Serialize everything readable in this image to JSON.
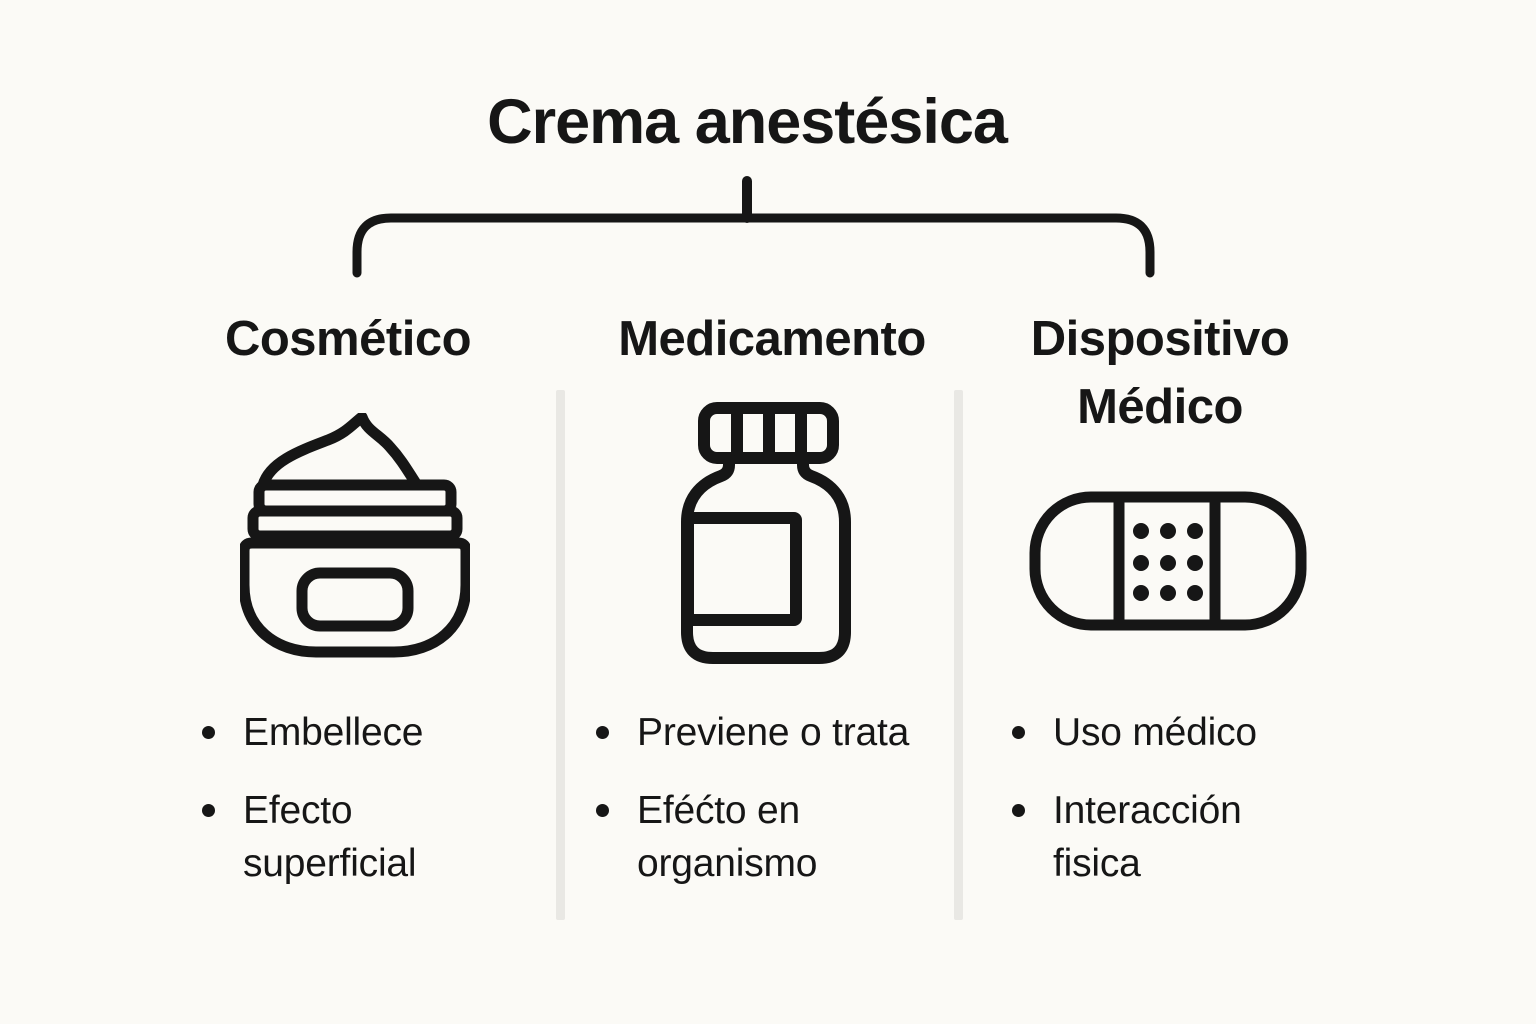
{
  "title": "Crema anestésica",
  "colors": {
    "background": "#fbfaf6",
    "ink": "#161616",
    "divider": "#e9e8e4"
  },
  "columns": [
    {
      "header": "Cosmético",
      "icon": "cream-jar-icon",
      "bullets": [
        "Embellece",
        "Efecto superficial"
      ]
    },
    {
      "header": "Medicamento",
      "icon": "pill-bottle-icon",
      "bullets": [
        "Previene o trata",
        "Eféćto en organismo"
      ]
    },
    {
      "header": "Dispositivo Médico",
      "icon": "bandage-icon",
      "bullets": [
        "Uso médico",
        "Interacción fisica"
      ]
    }
  ]
}
